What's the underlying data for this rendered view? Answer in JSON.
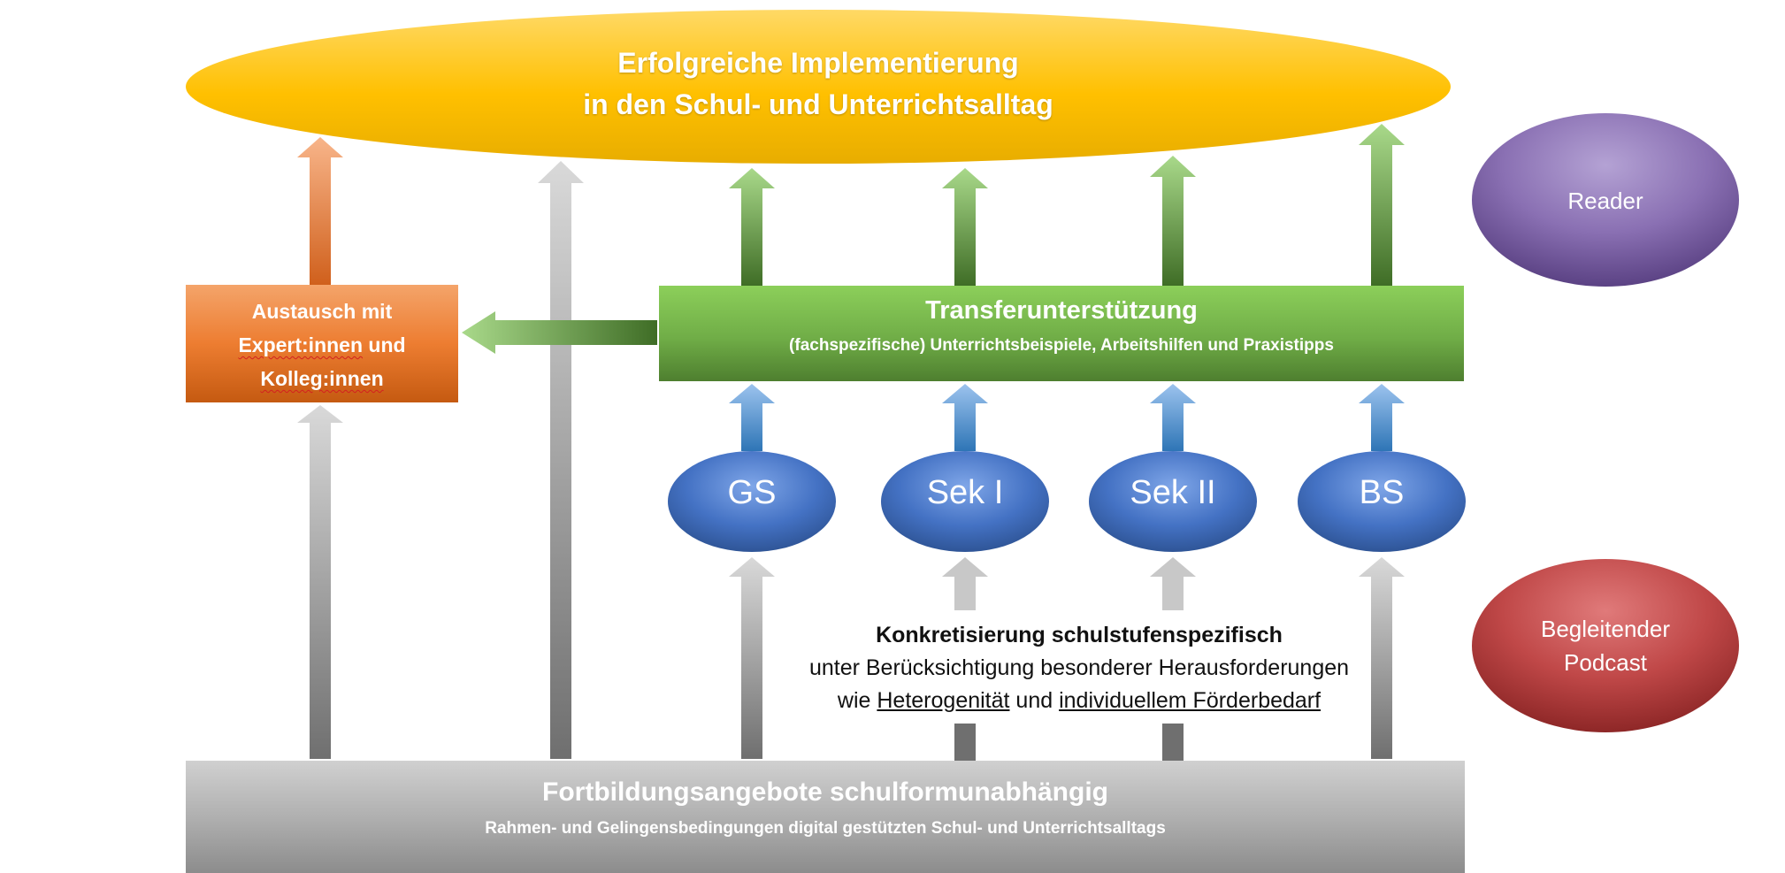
{
  "top_goal": {
    "line1": "Erfolgreiche Implementierung",
    "line2": "in den Schul- und Unterrichtsalltag"
  },
  "exchange_box": {
    "line1": "Austausch mit",
    "line2_a": "Expert:innen",
    "line2_b": " und",
    "line3": "Kolleg:innen"
  },
  "transfer_box": {
    "title": "Transferunterstützung",
    "subtitle": "(fachspezifische) Unterrichtsbeispiele, Arbeitshilfen und Praxistipps"
  },
  "school_levels": [
    "GS",
    "Sek I",
    "Sek II",
    "BS"
  ],
  "concretization": {
    "title": "Konkretisierung schulstufenspezifisch",
    "line2": "unter Berücksichtigung besonderer Herausforderungen",
    "line3_pre": "wie ",
    "line3_link1": "Heterogenität",
    "line3_mid": " und ",
    "line3_link2": "individuellem Förderbedarf"
  },
  "base_box": {
    "title": "Fortbildungsangebote schulformunabhängig",
    "subtitle": "Rahmen- und Gelingensbedingungen digital gestützten Schul- und Unterrichtsalltags"
  },
  "side_items": {
    "reader": "Reader",
    "podcast_line1": "Begleitender",
    "podcast_line2": "Podcast"
  },
  "colors": {
    "ellipse": "#ffc000",
    "orange": "#ed7d31",
    "green": "#70ad47",
    "blue": "#4472c4",
    "grey": "#a6a6a6",
    "purple": "#7a5fa0",
    "red": "#b03c3c"
  }
}
